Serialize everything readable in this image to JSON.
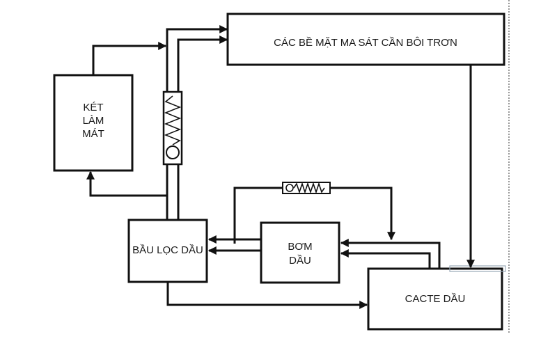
{
  "nodes": {
    "lubricated_surfaces": "CÁC BỀ MẶT MA SÁT CẦN BÔI TRƠN",
    "oil_cooler": [
      "KÉT",
      "LÀM",
      "MÁT"
    ],
    "oil_filter": "BẦU LỌC DẦU",
    "oil_pump": [
      "BƠM",
      "DẦU"
    ],
    "oil_sump": "CACTE DẦU"
  },
  "colors": {
    "line": "#111111",
    "background": "#ffffff"
  }
}
